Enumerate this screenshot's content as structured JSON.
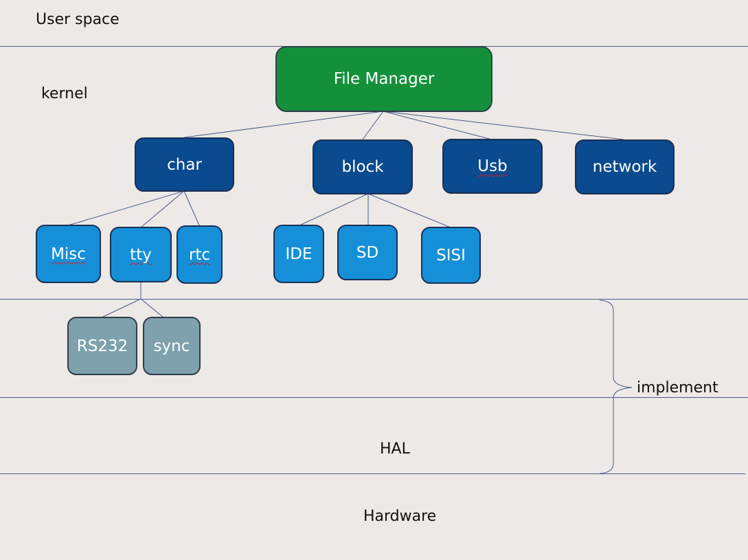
{
  "layers": {
    "user_space": "User space",
    "kernel": "kernel",
    "hal": "HAL",
    "hardware": "Hardware",
    "implement": "implement"
  },
  "nodes": {
    "file_manager": "File Manager",
    "char": "char",
    "block": "block",
    "usb": "Usb",
    "network": "network",
    "misc": "Misc",
    "tty": "tty",
    "rtc": "rtc",
    "ide": "IDE",
    "sd": "SD",
    "sisi": "SISI",
    "rs232": "RS232",
    "sync": "sync"
  },
  "colors": {
    "root": "#15903a",
    "level1": "#0a4a8e",
    "level2": "#1590d8",
    "level3": "#7ea1ad",
    "background": "#ece9e6",
    "connector": "#4a5a8a"
  }
}
